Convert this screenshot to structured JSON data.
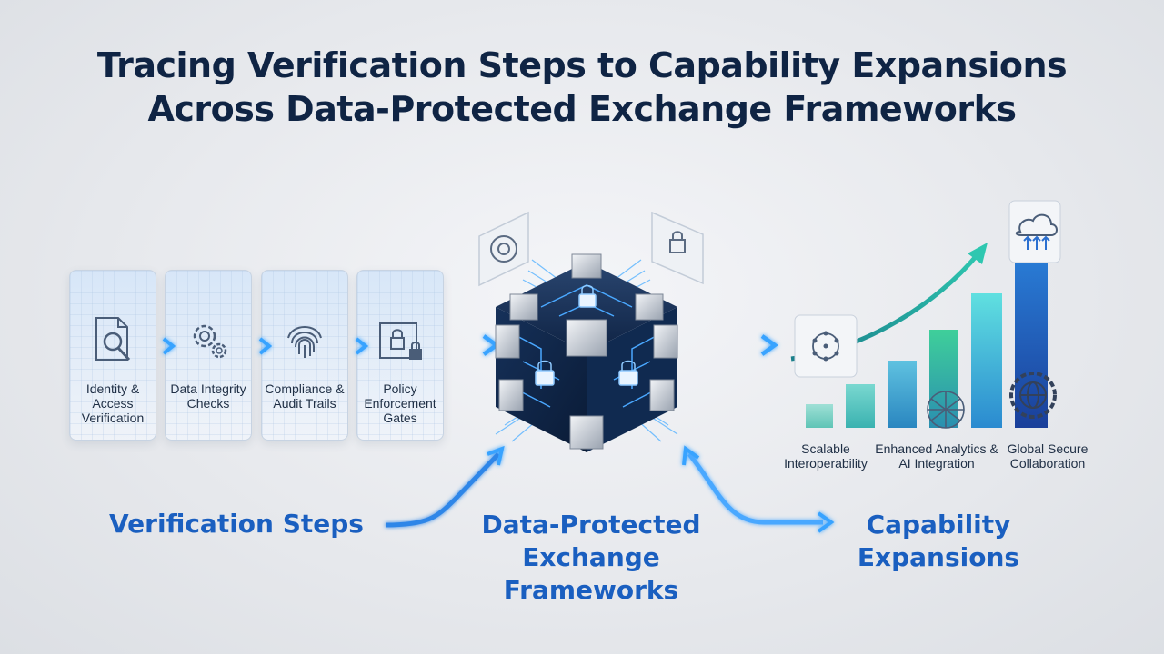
{
  "title": {
    "line1": "Tracing Verification Steps to Capability Expansions",
    "line2": "Across Data-Protected Exchange Frameworks"
  },
  "verification_steps": [
    {
      "label": "Identity & Access Verification",
      "icon": "document-search-icon"
    },
    {
      "label": "Data Integrity Checks",
      "icon": "gears-icon"
    },
    {
      "label": "Compliance & Audit Trails",
      "icon": "fingerprint-icon"
    },
    {
      "label": "Policy Enforcement Gates",
      "icon": "padlock-icon"
    }
  ],
  "framework_icons": [
    "target-gear-icon",
    "padlock-panel-icon",
    "cloud-upload-icon"
  ],
  "capabilities": [
    {
      "label": "Scalable Interoperability",
      "icon": "network-icon"
    },
    {
      "label": "Enhanced Analytics & AI Integration",
      "icon": "mesh-network-icon"
    },
    {
      "label": "Global Secure Collaboration",
      "icon": "globe-chain-icon"
    }
  ],
  "sections": {
    "left": "Verification Steps",
    "center": "Data-Protected Exchange Frameworks",
    "right": "Capability Expansions"
  },
  "colors": {
    "title": "#0f2444",
    "accent_blue": "#1a5fc0",
    "arrow_blue": "#2f86e8",
    "teal": "#2fa7a0",
    "glow": "#5fb6ff"
  }
}
